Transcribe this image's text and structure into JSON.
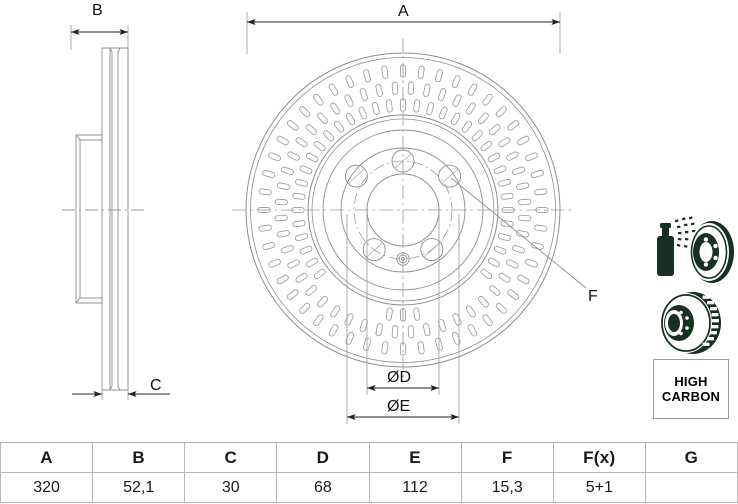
{
  "drawing": {
    "title": "Brake disc technical drawing",
    "dimension_labels": {
      "width_side": "B",
      "thickness": "C",
      "diameter_overall": "A",
      "hub_bore": "ØD",
      "bolt_circle": "ØE",
      "detail_callout": "F"
    }
  },
  "icons": {
    "coating_icon": "spray-coating-disc-icon",
    "vented_icon": "vented-brake-disc-icon",
    "high_carbon_badge": {
      "line1": "HIGH",
      "line2": "CARBON"
    }
  },
  "spec_table": {
    "headers": [
      "A",
      "B",
      "C",
      "D",
      "E",
      "F",
      "F(x)",
      "G"
    ],
    "values": [
      "320",
      "52,1",
      "30",
      "68",
      "112",
      "15,3",
      "5+1",
      ""
    ]
  },
  "colors": {
    "line": "#8f8f8f",
    "dim_line": "#333333",
    "text": "#111111",
    "icon_dark": "#1d2b22",
    "table_border": "#b9b9b9"
  }
}
